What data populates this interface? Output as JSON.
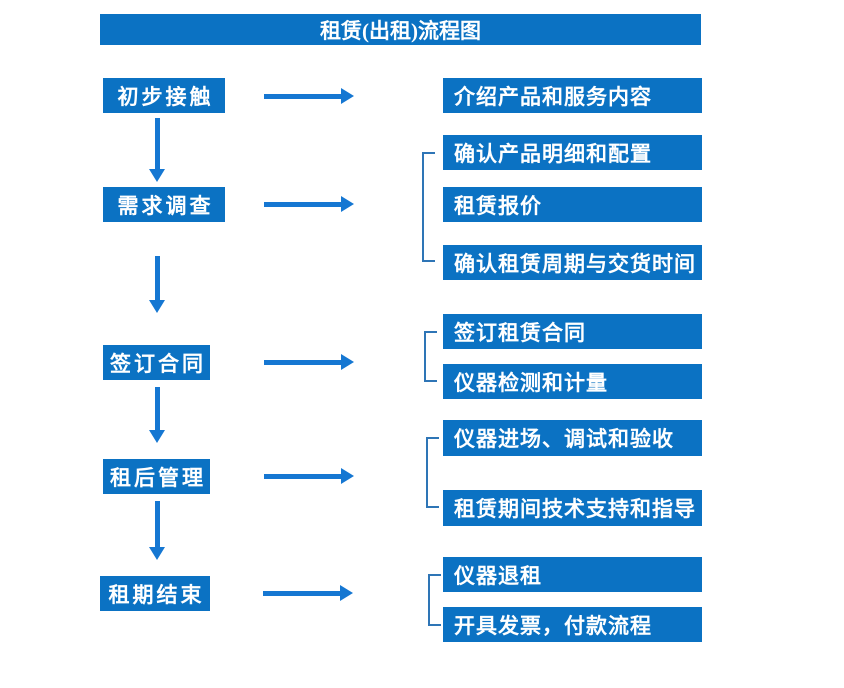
{
  "title": "租赁(出租)流程图",
  "colors": {
    "box_blue": "#0B72C3",
    "arrow_blue": "#1577D2",
    "bracket_blue": "#2E75B6",
    "text_white": "#FFFFFF"
  },
  "stages": [
    {
      "label": "初步接触",
      "outputs": [
        "介绍产品和服务内容"
      ]
    },
    {
      "label": "需求调查",
      "outputs": [
        "确认产品明细和配置",
        "租赁报价",
        "确认租赁周期与交货时间"
      ]
    },
    {
      "label": "签订合同",
      "outputs": [
        "签订租赁合同",
        "仪器检测和计量"
      ]
    },
    {
      "label": "租后管理",
      "outputs": [
        "仪器进场、调试和验收",
        "租赁期间技术支持和指导"
      ]
    },
    {
      "label": "租期结束",
      "outputs": [
        "仪器退租",
        "开具发票，付款流程"
      ]
    }
  ]
}
